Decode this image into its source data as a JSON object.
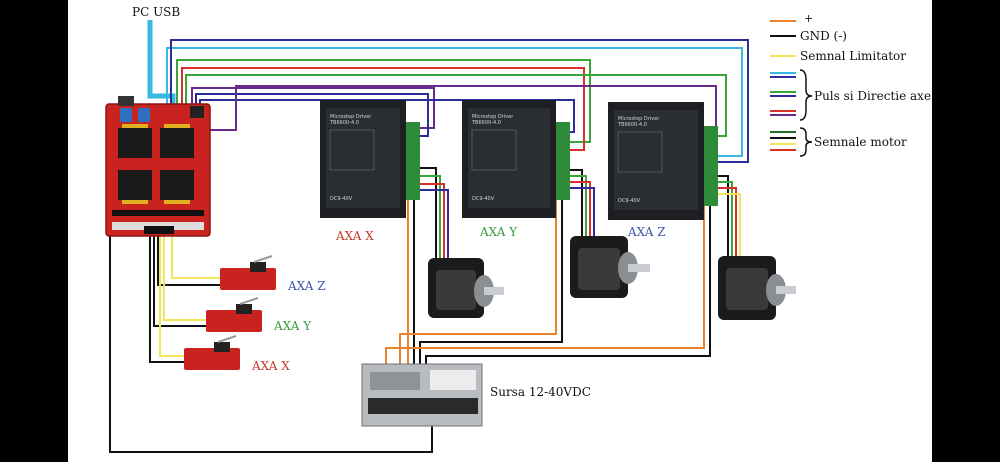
{
  "labels": {
    "pc_usb": "PC USB",
    "sursa": "Sursa 12-40VDC",
    "drivers": [
      "AXA X",
      "AXA Y",
      "AXA Z"
    ],
    "limit_switches": [
      "AXA Z",
      "AXA Y",
      "AXA X"
    ],
    "driver_title": "Microstep Driver",
    "driver_model": "TB6600-4.0",
    "driver_voltage": "DC9-40V"
  },
  "legend": {
    "plus": "+",
    "gnd": "GND (-)",
    "limit": "Semnal Limitator",
    "step_dir": "Puls si Directie axe",
    "motor": "Semnale motor"
  },
  "colors": {
    "orange": "#e8822a",
    "black": "#111111",
    "yellow": "#f2e55a",
    "cyan": "#36b8e0",
    "green": "#3aa63a",
    "red": "#d9302a",
    "blue": "#2c2c9c",
    "dark_green": "#1f6e2a",
    "axis_x": "#c0392b",
    "axis_y": "#3c9a3c",
    "axis_z": "#3a56a8"
  }
}
